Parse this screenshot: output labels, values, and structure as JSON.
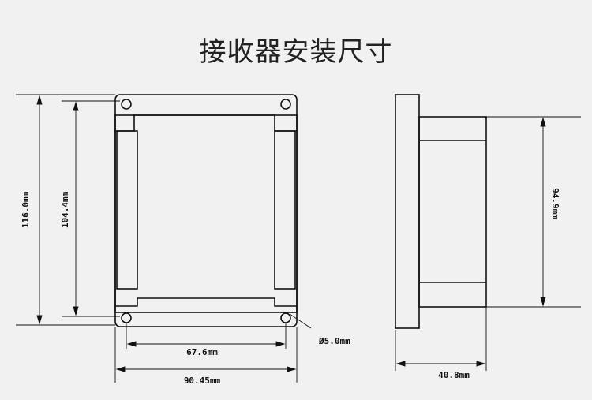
{
  "title": "接收器安装尺寸",
  "dimensions": {
    "height_outer": "116.0mm",
    "height_inner": "104.4mm",
    "hole_spacing": "67.6mm",
    "width_outer": "90.45mm",
    "hole_diameter": "Ø5.0mm",
    "side_height": "94.9mm",
    "depth": "40.8mm"
  },
  "colors": {
    "line": "#111111",
    "background": "#f1f1f1"
  }
}
